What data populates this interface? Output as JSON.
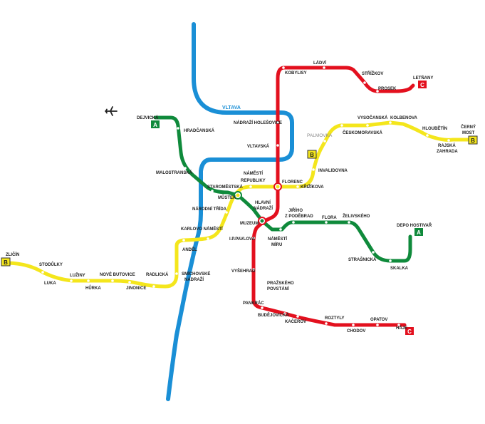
{
  "colors": {
    "river": "#1a8fd6",
    "line_a": "#0f8a3b",
    "line_b": "#f4e61c",
    "line_c": "#e3101e",
    "badge_b_border": "#333333"
  },
  "river": {
    "label": "VLTAVA"
  },
  "airport_icon": "airplane-icon",
  "lines": {
    "a": {
      "badge": "A"
    },
    "b": {
      "badge": "B"
    },
    "c": {
      "badge": "C"
    }
  },
  "stations": {
    "dejvicka": "DEJVICKÁ",
    "hradcanska": "HRADČANSKÁ",
    "malostranska": "MALOSTRANSKÁ",
    "staromestska": "STAROMĚSTSKÁ",
    "mustek": "MŮSTEK",
    "muzeum": "MUZEUM",
    "namesti_miru_1": "NÁMĚSTÍ",
    "namesti_miru_2": "MÍRU",
    "jiriho_1": "JIŘÍHO",
    "jiriho_2": "Z PODĚBRAD",
    "flora": "FLORA",
    "zelivskeho": "ŽELIVSKÉHO",
    "strasnicka": "STRAŠNICKÁ",
    "skalka": "SKALKA",
    "depo_hostivar": "DEPO HOSTIVAŘ",
    "zlicin": "ZLIČÍN",
    "stodulky": "STODŮLKY",
    "luka": "LUKA",
    "luziny": "LUŽINY",
    "hurka": "HŮRKA",
    "nove_butovice": "NOVÉ BUTOVICE",
    "jinonice": "JINONICE",
    "radlicka": "RADLICKÁ",
    "smichovske_1": "SMÍCHOVSKÉ",
    "smichovske_2": "NÁDRAŽÍ",
    "andel": "ANDĚL",
    "karlovo": "KARLOVO NÁMĚSTÍ",
    "narodni": "NÁRODNÍ TŘÍDA",
    "namesti_rep_1": "NÁMĚSTÍ",
    "namesti_rep_2": "REPUBLIKY",
    "florenc": "FLORENC",
    "krizikova": "KŘIŽÍKOVA",
    "invalidovna": "INVALIDOVNA",
    "palmovka": "PALMOVKA",
    "ceskomoravska": "ČESKOMORAVSKÁ",
    "vysocanska": "VYSOČANSKÁ",
    "kolbenova": "KOLBENOVA",
    "hloubetin": "HLOUBĚTÍN",
    "rajska_1": "RAJSKÁ",
    "rajska_2": "ZAHRADA",
    "cerny_1": "ČERNÝ",
    "cerny_2": "MOST",
    "letnany": "LETŇANY",
    "prosek": "PROSEK",
    "strizkov": "STŘÍŽKOV",
    "ladvi": "LÁDVÍ",
    "kobylisy": "KOBYLISY",
    "nadrazi_holesovice": "NÁDRAŽÍ HOLEŠOVICE",
    "vltavska": "VLTAVSKÁ",
    "hlavni_1": "HLAVNÍ",
    "hlavni_2": "NÁDRAŽÍ",
    "ip_pavlova": "I.P.PAVLOVA",
    "vysehrad": "VYŠEHRAD",
    "prazske_1": "PRAŽSKÉHO",
    "prazske_2": "POVSTÁNÍ",
    "pankrac": "PANKRÁC",
    "budejovicka": "BUDĚJOVICKÁ",
    "kacerov": "KAČEROV",
    "roztyly": "ROZTYLY",
    "chodov": "CHODOV",
    "opatov": "OPATOV",
    "haje": "HÁJE"
  }
}
